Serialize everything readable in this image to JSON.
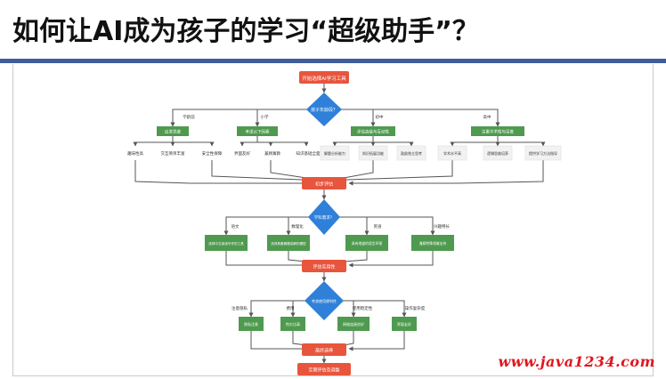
{
  "slide": {
    "title": "如何让AI成为孩子的学习“超级助手”？",
    "watermark": "www.java1234.com"
  },
  "colors": {
    "terminal": "#e8553d",
    "decision": "#2f80d8",
    "process": "#4f9a4f",
    "leaf": "#f2f2f2",
    "arrow": "#555555",
    "title_rule": "#3f5d9a"
  },
  "flowchart": {
    "start": "开始选择AI学习工具",
    "decision1": "孩子年龄段？",
    "age_branches": [
      {
        "label": "学龄前",
        "node": "启发思维",
        "leaves": [
          "趣味性高",
          "交互简单丰富",
          "安全性保障"
        ]
      },
      {
        "label": "小学",
        "node": "考虑以下因素",
        "leaves": [
          "界面友好",
          "兼顾寓教",
          "知识基础全面"
        ]
      },
      {
        "label": "初中",
        "node": "评估高级与互动性",
        "leaves": [
          "解题分析能力",
          "知识拓展功能",
          "鼓励独立思考"
        ]
      },
      {
        "label": "高中",
        "node": "注重学术性与深度",
        "leaves": [
          "学术水平高",
          "逻辑思维培养",
          "提供学习方法指导"
        ]
      }
    ],
    "initial_eval": "初步评估",
    "decision2": "学科需求？",
    "subject_branches": [
      {
        "label": "语文",
        "node": "选择中文阅读写作的工具"
      },
      {
        "label": "数理化",
        "node": "选择具备解题讲解的模型"
      },
      {
        "label": "英语",
        "node": "具有地道的语言环境"
      },
      {
        "label": "兴趣特长",
        "node": "兼顾特殊领域支持"
      }
    ],
    "practical_eval": "评估实用性",
    "decision3": "考虑使用便利性",
    "factor_branches": [
      {
        "label": "注意隐私",
        "node": "隐私注意"
      },
      {
        "label": "费用",
        "node": "性价比高"
      },
      {
        "label": "使用稳定性",
        "node": "网络连接良好"
      },
      {
        "label": "操作复杂度",
        "node": "界面友好"
      }
    ],
    "final_choice": "最终选择",
    "end": "定期评估及调整"
  }
}
